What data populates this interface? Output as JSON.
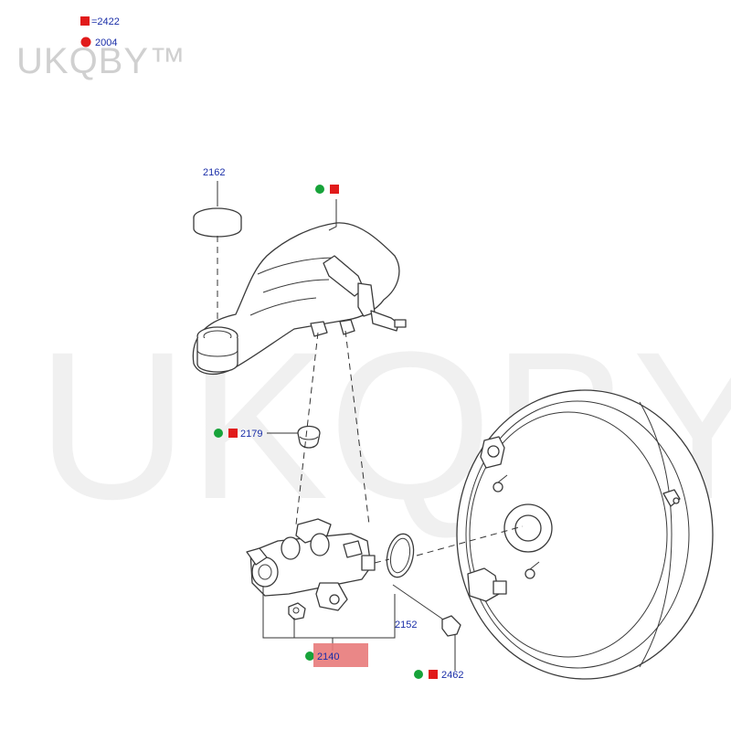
{
  "watermark": {
    "text": "UKQBY™"
  },
  "legend": [
    {
      "shape": "square",
      "text": "=2422"
    },
    {
      "shape": "circle",
      "text": "2004"
    }
  ],
  "callouts": {
    "cap": "2162",
    "seal": "2179",
    "master_cylinder": "2140",
    "o_ring": "2152",
    "bolt": "2462"
  },
  "colors": {
    "marker_red": "#e11b1b",
    "marker_green": "#17a33a",
    "label_blue": "#1a2ea8",
    "highlight": "#e87a7a"
  }
}
